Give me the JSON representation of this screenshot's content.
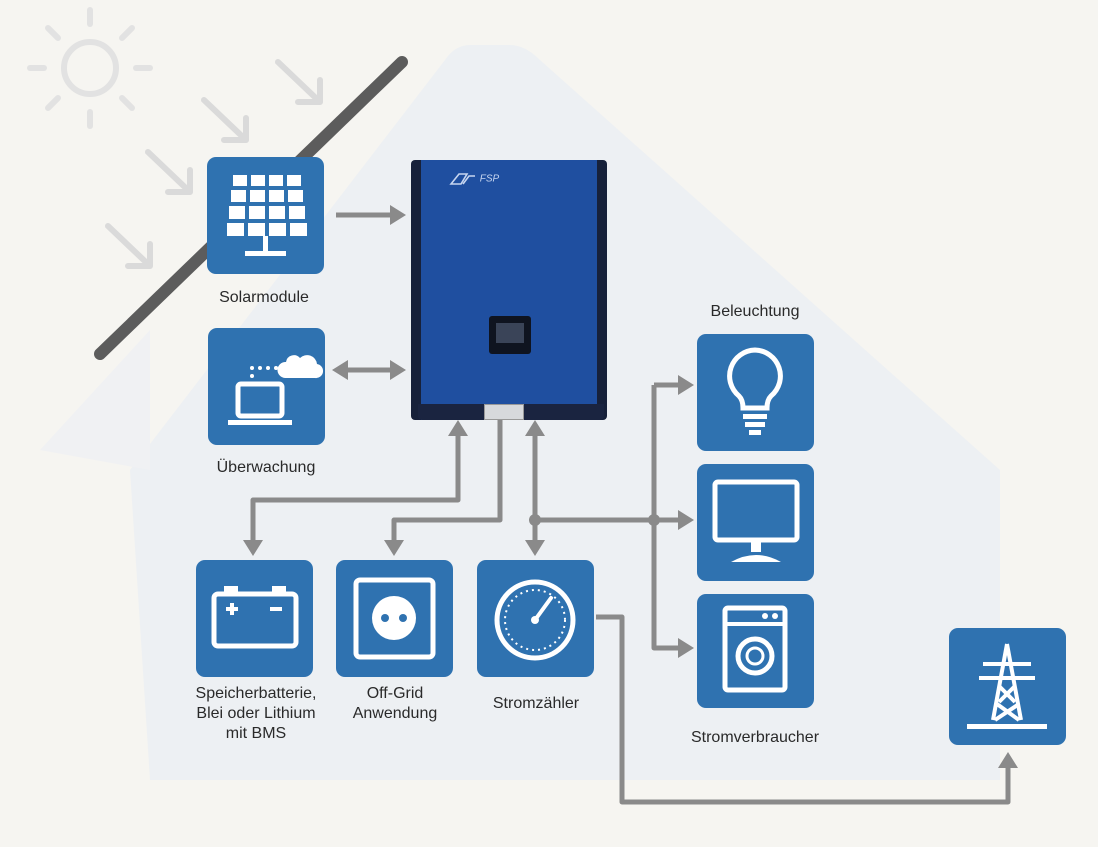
{
  "diagram": {
    "brand": "FSP",
    "labels": {
      "solar": "Solarmodule",
      "monitoring": "Überwachung",
      "battery": [
        "Speicherbatterie,",
        "Blei oder Lithium",
        "mit BMS"
      ],
      "offgrid": [
        "Off-Grid",
        "Anwendung"
      ],
      "meter": "Stromzähler",
      "lighting": "Beleuchtung",
      "consumers": "Stromverbraucher"
    },
    "colors": {
      "tile": "#2f72b0",
      "inverter": "#1f4fa0",
      "arrow": "#8a8a8a",
      "house": "#eceff4"
    },
    "icons": [
      "solar-panel-icon",
      "laptop-cloud-icon",
      "battery-icon",
      "socket-icon",
      "meter-icon",
      "lightbulb-icon",
      "monitor-icon",
      "washing-machine-icon",
      "power-pylon-icon",
      "sun-icon"
    ]
  }
}
